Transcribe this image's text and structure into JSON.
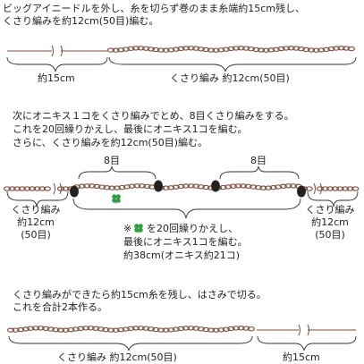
{
  "step1": {
    "lines": [
      "ビッグアイニードルを外し、糸を切らず巻のまま糸端約15cm残し、",
      "くさり編みを約12cm(50目)編む。"
    ],
    "label_tail": "約15cm",
    "label_chain": "くさり編み 約12cm(50目)"
  },
  "step2": {
    "lines": [
      "次にオニキス１コをくさり編みでとめ、8目くさり編みをする。",
      "これを20回繰りかえし、最後にオニキス1コを編む。",
      "さらに、くさり編みを約12cm(50目)編む。"
    ],
    "gap_label_1": "8目",
    "gap_label_2": "8目",
    "left_label": [
      "くさり編み",
      "約12cm",
      "(50目)"
    ],
    "right_label": [
      "くさり編み",
      "約12cm",
      "(50目)"
    ],
    "note_line1_after_icon": "を20回繰りかえし、",
    "note_prefix": "※",
    "note_line2": "最後にオニキス1コを編む。",
    "note_line3": "約38cm(オニキス約21コ)"
  },
  "step3": {
    "lines": [
      "くさり編みができたら約15cm糸を残し、はさみで切る。",
      "これを合計2本作る。"
    ],
    "label_chain": "くさり編み 約12cm(50目)",
    "label_tail": "約15cm"
  },
  "colors": {
    "yarn": "#7a4a3a",
    "bead": "#222222",
    "clover": "#2e9e3e"
  },
  "icons": {
    "clover": "clover-icon"
  }
}
